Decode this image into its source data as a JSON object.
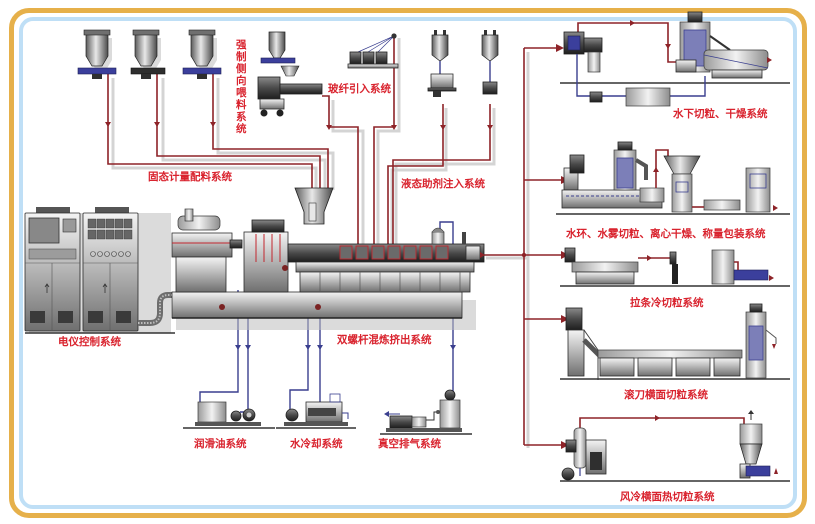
{
  "diagram": {
    "title": "双螺杆混炼挤出生产线系统组成",
    "colors": {
      "label_red": "#D9232E",
      "material_pipe_red": "#8E2328",
      "utility_pipe_blue": "#3A3F8F",
      "frame_outer_gold": "#E6B04A",
      "frame_inner_blue": "#BFDFF6"
    },
    "labels": {
      "solid_dosing": "固态计量配料系统",
      "side_feeding": "强制侧向喂料系统",
      "glass_fiber": "玻纤引入系统",
      "liquid_injection": "液态助剂注入系统",
      "control": "电仪控制系统",
      "extruder": "双螺杆混炼挤出系统",
      "lubrication": "润滑油系统",
      "water_cooling": "水冷却系统",
      "vacuum": "真空排气系统",
      "underwater_pelletizing": "水下切粒、干燥系统",
      "water_ring": "水环、水雾切粒、离心干燥、称量包装系统",
      "strand_pelletizing": "拉条冷切粒系统",
      "hob_cutter": "滚刀横面切粒系统",
      "air_cooled_hot_face": "风冷横面热切粒系统"
    },
    "side_feeding_chars": [
      "强",
      "制",
      "侧",
      "向",
      "喂",
      "料",
      "系",
      "统"
    ],
    "nodes": [
      {
        "id": "gravimetric-feeder-1",
        "icon": "hopper-feeder-icon"
      },
      {
        "id": "gravimetric-feeder-2",
        "icon": "hopper-feeder-icon"
      },
      {
        "id": "gravimetric-feeder-3",
        "icon": "hopper-feeder-icon"
      },
      {
        "id": "side-feeder",
        "icon": "side-feeder-icon"
      },
      {
        "id": "glass-fiber-creel",
        "icon": "fiber-creel-icon"
      },
      {
        "id": "liquid-tank-1",
        "icon": "liquid-tank-icon"
      },
      {
        "id": "liquid-tank-2",
        "icon": "liquid-tank-icon"
      },
      {
        "id": "control-cabinet",
        "icon": "control-cabinet-icon"
      },
      {
        "id": "twin-screw-extruder",
        "icon": "extruder-icon"
      },
      {
        "id": "lube-oil-unit",
        "icon": "oil-unit-icon"
      },
      {
        "id": "water-cooling-unit",
        "icon": "water-unit-icon"
      },
      {
        "id": "vacuum-unit",
        "icon": "vacuum-pump-icon"
      },
      {
        "id": "underwater-pelletizer",
        "icon": "underwater-pelletizer-icon"
      },
      {
        "id": "water-ring-pelletizer",
        "icon": "water-ring-pelletizer-icon"
      },
      {
        "id": "strand-pelletizer",
        "icon": "strand-pelletizer-icon"
      },
      {
        "id": "hob-cutter-pelletizer",
        "icon": "hob-cutter-icon"
      },
      {
        "id": "air-cooled-pelletizer",
        "icon": "air-cooled-pelletizer-icon"
      }
    ]
  }
}
